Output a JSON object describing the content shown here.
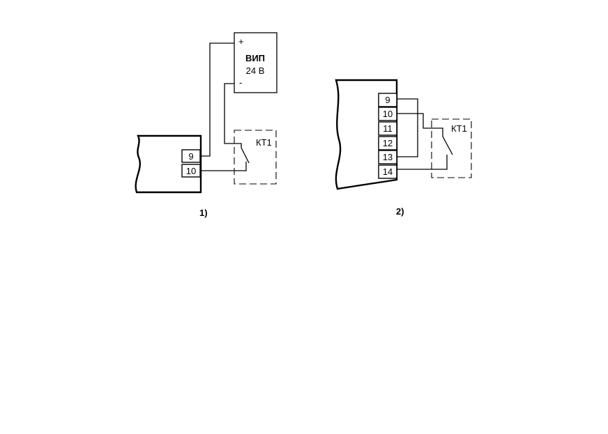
{
  "diagram1": {
    "caption": "1)",
    "terminals": [
      "9",
      "10"
    ],
    "power_supply": {
      "name": "ВИП",
      "voltage": "24 В",
      "plus": "+",
      "minus": "-"
    },
    "switch_label": "КТ1"
  },
  "diagram2": {
    "caption": "2)",
    "terminals": [
      "9",
      "10",
      "11",
      "12",
      "13",
      "14"
    ],
    "switch_label": "КТ1"
  }
}
